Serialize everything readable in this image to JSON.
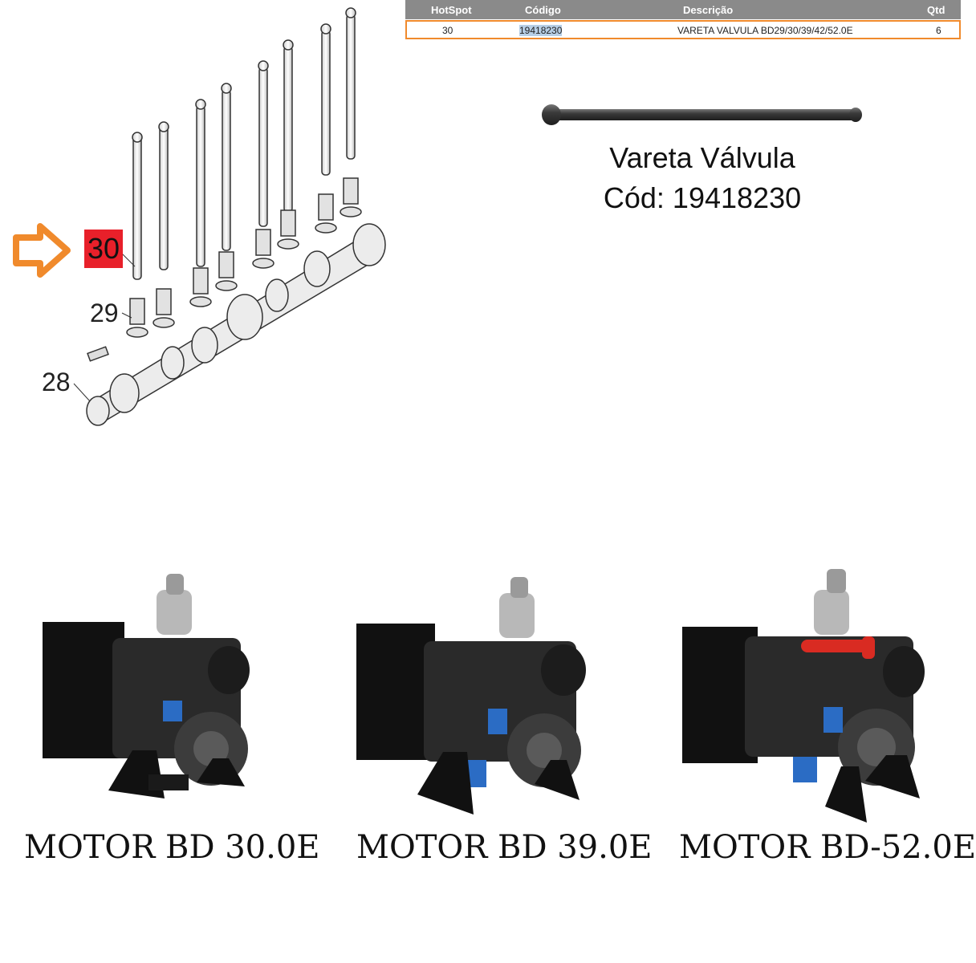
{
  "table": {
    "headers": [
      "HotSpot",
      "Código",
      "Descrição",
      "Qtd"
    ],
    "rows": [
      {
        "hotspot": "30",
        "code": "19418230",
        "description": "VARETA VALVULA BD29/30/39/42/52.0E",
        "qty": "6"
      }
    ]
  },
  "diagram": {
    "callouts": [
      "30",
      "29",
      "28"
    ],
    "selected": "30",
    "arrow_color": "#f08a2c",
    "highlight_color": "#e8202a"
  },
  "product": {
    "name": "Vareta Válvula",
    "code_line": "Cód: 19418230"
  },
  "motors": [
    {
      "label": "MOTOR BD 30.0E"
    },
    {
      "label": "MOTOR BD 39.0E"
    },
    {
      "label": "MOTOR BD-52.0E"
    }
  ]
}
